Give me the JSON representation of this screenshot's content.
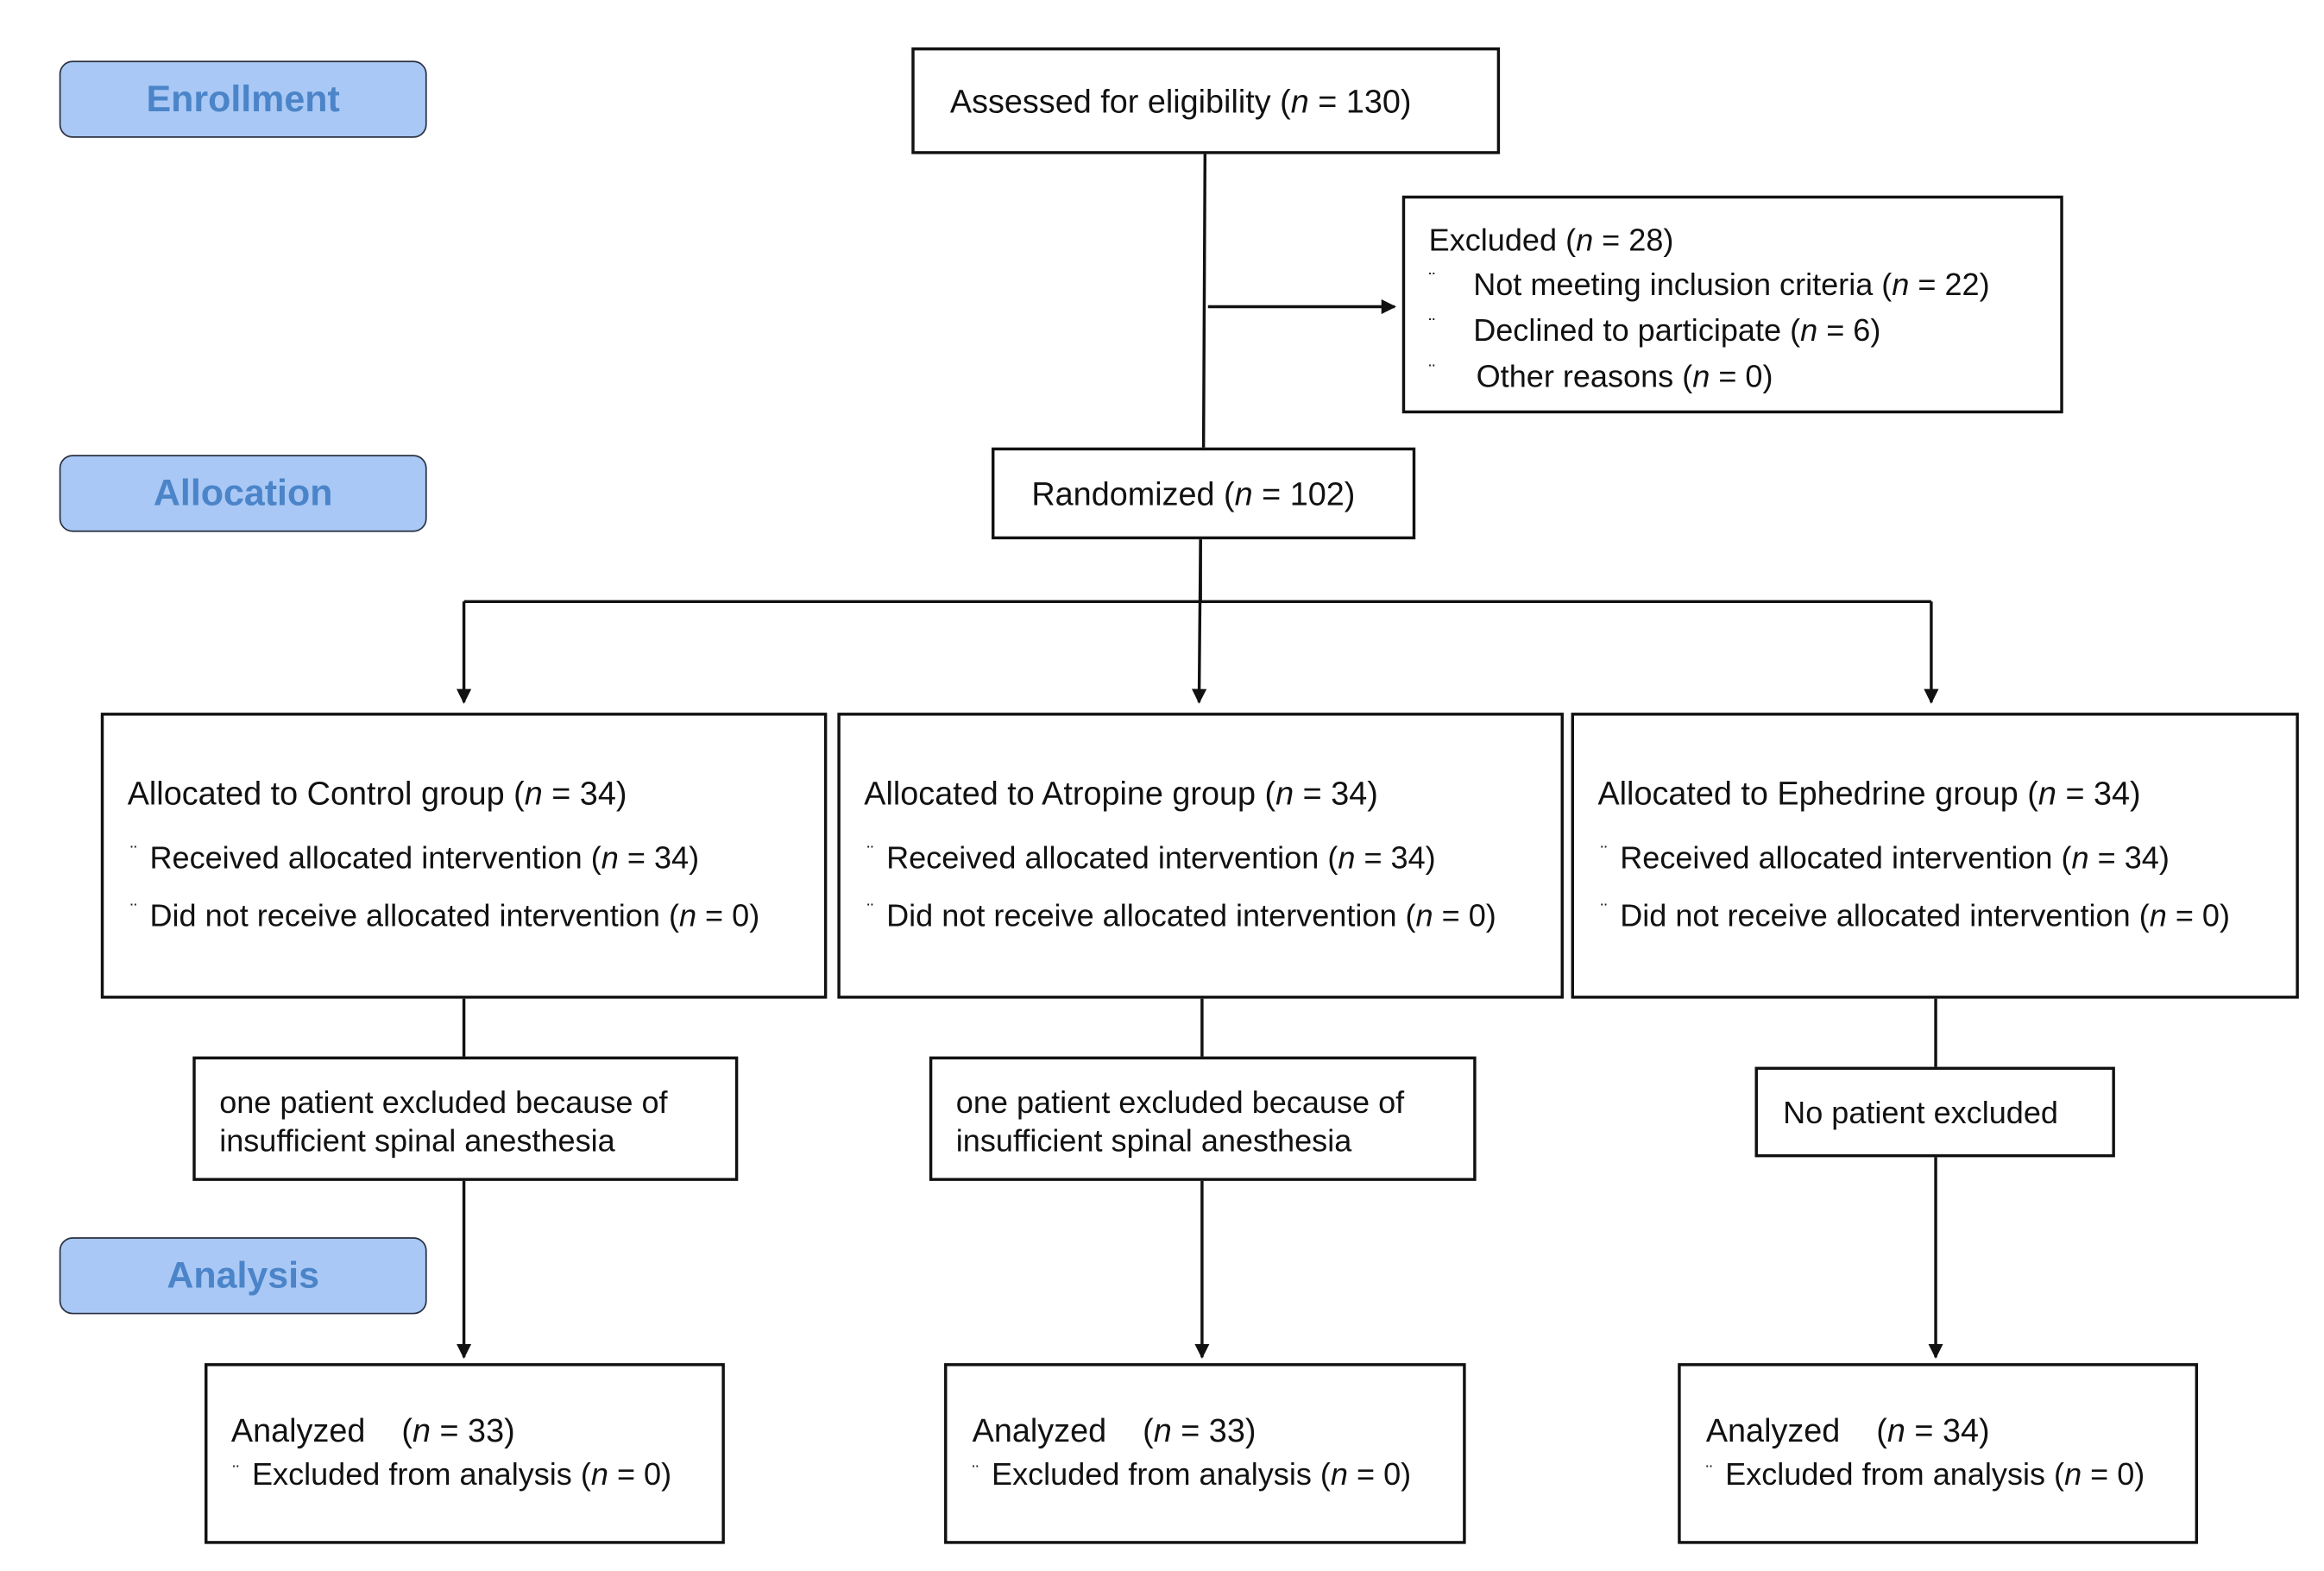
{
  "phases": {
    "enrollment": "Enrollment",
    "allocation": "Allocation",
    "analysis": "Analysis"
  },
  "bullet_glyph": "¨",
  "n_label": "n",
  "assessed": {
    "label": "Assessed for eligibility (",
    "n_text": " = 130)"
  },
  "excluded": {
    "title": {
      "label": "Excluded (",
      "n_text": " = 28)"
    },
    "items": [
      {
        "label": "Not meeting inclusion criteria (",
        "n_text": " = 22)"
      },
      {
        "label": "Declined to participate (",
        "n_text": " = 6)"
      },
      {
        "label": "Other reasons (",
        "n_text": " = 0)"
      }
    ]
  },
  "randomized": {
    "label": "Randomized (",
    "n_text": " = 102)"
  },
  "groups": [
    {
      "allocated": {
        "label": "Allocated to Control group (",
        "n_text": " = 34)"
      },
      "received": {
        "label": "Received allocated intervention (",
        "n_text": " = 34)"
      },
      "not_received": {
        "label": "Did not receive allocated intervention (",
        "n_text": " = 0)"
      },
      "exclusion_line1": "one patient excluded because of",
      "exclusion_line2": "insufficient spinal anesthesia",
      "analyzed": {
        "label": "Analyzed    (",
        "n_text": " = 33)"
      },
      "excluded_analysis": {
        "label": "Excluded from analysis (",
        "n_text": " = 0)"
      }
    },
    {
      "allocated": {
        "label": "Allocated to Atropine group (",
        "n_text": " = 34)"
      },
      "received": {
        "label": "Received allocated intervention (",
        "n_text": " = 34)"
      },
      "not_received": {
        "label": "Did not receive allocated intervention (",
        "n_text": " = 0)"
      },
      "exclusion_line1": "one patient excluded because of",
      "exclusion_line2": "insufficient spinal anesthesia",
      "analyzed": {
        "label": "Analyzed    (",
        "n_text": " = 33)"
      },
      "excluded_analysis": {
        "label": "Excluded from analysis (",
        "n_text": " = 0)"
      }
    },
    {
      "allocated": {
        "label": "Allocated to Ephedrine group (",
        "n_text": " = 34)"
      },
      "received": {
        "label": "Received allocated intervention (",
        "n_text": " = 34)"
      },
      "not_received": {
        "label": "Did not receive allocated intervention (",
        "n_text": " = 0)"
      },
      "exclusion_line1": "No patient excluded",
      "analyzed": {
        "label": "Analyzed    (",
        "n_text": " = 34)"
      },
      "excluded_analysis": {
        "label": "Excluded from analysis (",
        "n_text": " = 0)"
      }
    }
  ]
}
